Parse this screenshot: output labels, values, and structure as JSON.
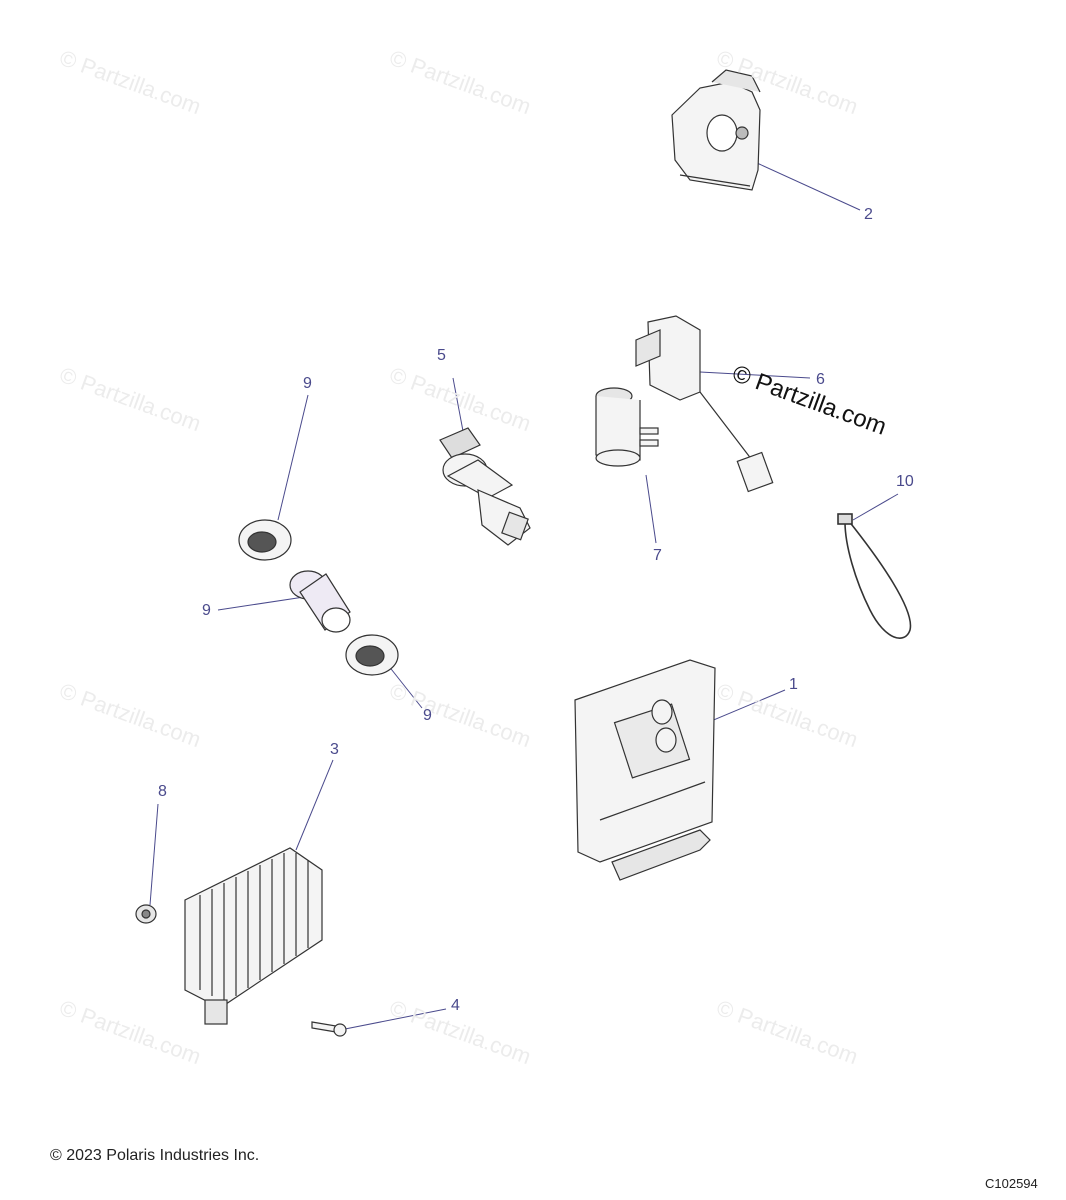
{
  "watermark": {
    "text": "© Partzilla.com",
    "repeat_text": "© Partzilla.com"
  },
  "callouts": [
    "1",
    "2",
    "3",
    "4",
    "5",
    "6",
    "7",
    "8",
    "9",
    "9",
    "9",
    "10"
  ],
  "footer": {
    "copyright": "© 2023 Polaris Industries Inc.",
    "code": "C102594"
  },
  "colors": {
    "leader_line": "#4a4a8c",
    "part_stroke": "#333333",
    "part_fill": "#f4f4f4",
    "watermark": "#ececec"
  }
}
